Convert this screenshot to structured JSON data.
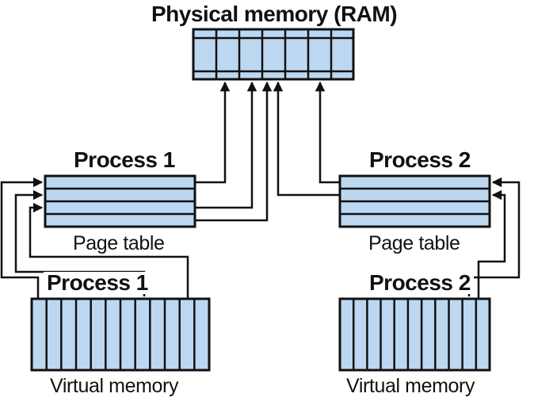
{
  "diagram": {
    "title": "Physical memory (RAM)",
    "processes": [
      {
        "name": "Process 1",
        "page_table_label": "Page table",
        "virtual_memory_label": "Virtual memory"
      },
      {
        "name": "Process 2",
        "page_table_label": "Page table",
        "virtual_memory_label": "Virtual memory"
      }
    ],
    "colors": {
      "cell_fill": "#bcd8f0",
      "stroke": "#111111",
      "background": "#ffffff"
    }
  }
}
